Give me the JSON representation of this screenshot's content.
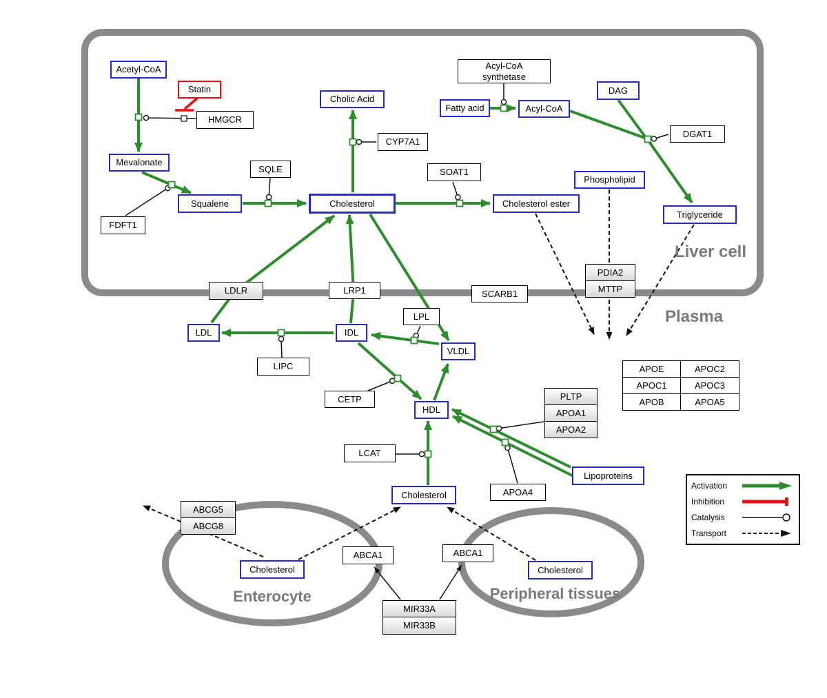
{
  "regions": {
    "liver_cell": "Liver cell",
    "plasma": "Plasma",
    "enterocyte": "Enterocyte",
    "peripheral_tissues": "Peripheral tissues"
  },
  "nodes": {
    "acetyl_coa": "Acetyl-CoA",
    "statin": "Statin",
    "hmgcr": "HMGCR",
    "mevalonate": "Mevalonate",
    "fdft1": "FDFT1",
    "squalene": "Squalene",
    "sqle": "SQLE",
    "cholic_acid": "Cholic Acid",
    "cyp7a1": "CYP7A1",
    "cholesterol_liver": "Cholesterol",
    "soat1": "SOAT1",
    "cholesterol_ester": "Cholesterol ester",
    "acyl_coa_synthetase": "Acyl-CoA\nsynthetase",
    "fatty_acid": "Fatty acid",
    "acyl_coa": "Acyl-CoA",
    "dag": "DAG",
    "dgat1": "DGAT1",
    "phospholipid": "Phospholipid",
    "triglyceride": "Triglyceride",
    "pdia2": "PDIA2",
    "mttp": "MTTP",
    "ldlr": "LDLR",
    "lrp1": "LRP1",
    "scarb1": "SCARB1",
    "ldl": "LDL",
    "idl": "IDL",
    "lipc": "LIPC",
    "lpl": "LPL",
    "vldl": "VLDL",
    "cetp": "CETP",
    "hdl": "HDL",
    "pltp": "PLTP",
    "apoa1": "APOA1",
    "apoa2": "APOA2",
    "lcat": "LCAT",
    "apoa4": "APOA4",
    "lipoproteins": "Lipoproteins",
    "apoe": "APOE",
    "apoc2": "APOC2",
    "apoc1": "APOC1",
    "apoc3": "APOC3",
    "apob": "APOB",
    "apoa5": "APOA5",
    "cholesterol_plasma": "Cholesterol",
    "abcg5": "ABCG5",
    "abcg8": "ABCG8",
    "cholesterol_enterocyte": "Cholesterol",
    "abca1_enterocyte": "ABCA1",
    "abca1_peripheral": "ABCA1",
    "cholesterol_peripheral": "Cholesterol",
    "mir33a": "MIR33A",
    "mir33b": "MIR33B"
  },
  "legend": {
    "items": [
      {
        "label": "Activation",
        "type": "activation"
      },
      {
        "label": "Inhibition",
        "type": "inhibition"
      },
      {
        "label": "Catalysis",
        "type": "catalysis"
      },
      {
        "label": "Transport",
        "type": "transport"
      }
    ]
  },
  "colors": {
    "activation": "#2e8b2e",
    "inhibition": "#e81010",
    "catalysis": "#111111",
    "transport": "#111111",
    "metabolite_border": "#2929cc",
    "membrane": "#8a8a8a",
    "region_label": "#7a7a7a"
  },
  "edges": [
    {
      "from": "acetyl_coa",
      "to": "mevalonate",
      "type": "conversion",
      "catalyst": "hmgcr",
      "inhibitor": "statin"
    },
    {
      "from": "mevalonate",
      "to": "squalene",
      "type": "conversion",
      "catalyst": "fdft1"
    },
    {
      "from": "squalene",
      "to": "cholesterol_liver",
      "type": "conversion",
      "catalyst": "sqle"
    },
    {
      "from": "cholesterol_liver",
      "to": "cholic_acid",
      "type": "conversion",
      "catalyst": "cyp7a1"
    },
    {
      "from": "cholesterol_liver",
      "to": "cholesterol_ester",
      "type": "conversion",
      "catalyst": "soat1"
    },
    {
      "from": "fatty_acid",
      "to": "acyl_coa",
      "type": "conversion",
      "catalyst": "acyl_coa_synthetase"
    },
    {
      "from": "acyl_coa",
      "to": "triglyceride",
      "type": "conversion",
      "catalyst": "dgat1"
    },
    {
      "from": "dag",
      "to": "triglyceride",
      "type": "conversion",
      "catalyst": "dgat1"
    },
    {
      "from": "ldl",
      "to": "cholesterol_liver",
      "type": "conversion",
      "via": "ldlr"
    },
    {
      "from": "idl",
      "to": "cholesterol_liver",
      "type": "conversion",
      "via": "lrp1"
    },
    {
      "from": "cholesterol_liver",
      "to": "vldl",
      "type": "conversion"
    },
    {
      "from": "idl",
      "to": "ldl",
      "type": "conversion",
      "catalyst": "lipc"
    },
    {
      "from": "vldl",
      "to": "idl",
      "type": "conversion",
      "catalyst": "lpl"
    },
    {
      "from": "idl",
      "to": "hdl",
      "type": "conversion",
      "catalyst": "cetp"
    },
    {
      "from": "hdl",
      "to": "vldl",
      "type": "conversion"
    },
    {
      "from": "cholesterol_plasma",
      "to": "hdl",
      "type": "conversion",
      "catalyst": "lcat"
    },
    {
      "from": "lipoproteins",
      "to": "hdl",
      "type": "conversion",
      "catalyst": "pltp/apoa1/apoa2"
    },
    {
      "from": "lipoproteins",
      "to": "hdl",
      "type": "conversion",
      "catalyst": "apoa4"
    },
    {
      "from": "cholesterol_ester",
      "to": "plasma",
      "type": "transport",
      "via": "pdia2/mttp"
    },
    {
      "from": "phospholipid",
      "to": "plasma",
      "type": "transport",
      "via": "pdia2/mttp"
    },
    {
      "from": "triglyceride",
      "to": "plasma",
      "type": "transport",
      "via": "pdia2/mttp"
    },
    {
      "from": "cholesterol_enterocyte",
      "to": "intestinal lumen",
      "type": "transport",
      "via": "abcg5/abcg8"
    },
    {
      "from": "cholesterol_enterocyte",
      "to": "cholesterol_plasma",
      "type": "transport",
      "via": "abca1_enterocyte"
    },
    {
      "from": "cholesterol_peripheral",
      "to": "cholesterol_plasma",
      "type": "transport",
      "via": "abca1_peripheral"
    },
    {
      "from": "mir33a/mir33b",
      "to": "abca1_enterocyte",
      "type": "regulation"
    },
    {
      "from": "mir33a/mir33b",
      "to": "abca1_peripheral",
      "type": "regulation"
    }
  ]
}
